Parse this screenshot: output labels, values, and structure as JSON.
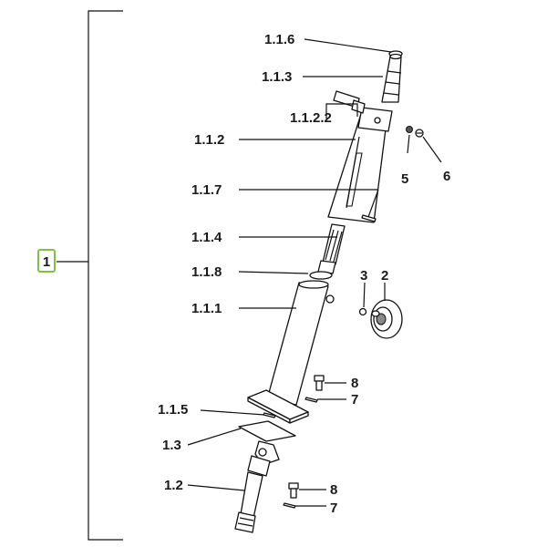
{
  "callouts": {
    "main": "1",
    "l116": "1.1.6",
    "l113": "1.1.3",
    "l1122": "1.1.2.2",
    "l112": "1.1.2",
    "l117": "1.1.7",
    "l114": "1.1.4",
    "l118": "1.1.8",
    "l111": "1.1.1",
    "l115": "1.1.5",
    "l13": "1.3",
    "l12": "1.2",
    "n5": "5",
    "n6": "6",
    "n3": "3",
    "n2": "2",
    "n8a": "8",
    "n7a": "7",
    "n8b": "8",
    "n7b": "7"
  },
  "colors": {
    "highlight": "#7dc242",
    "ink": "#111111"
  }
}
